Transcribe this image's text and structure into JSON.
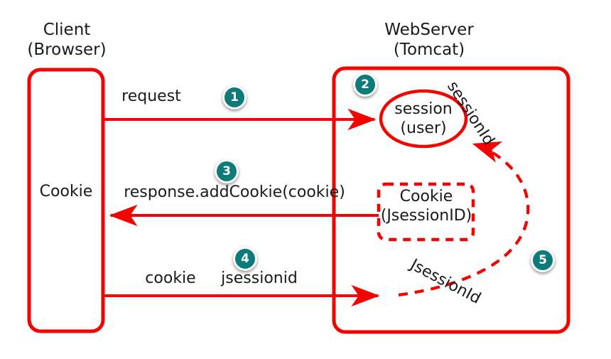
{
  "diagram": {
    "title_client": "Client\n(Browser)",
    "title_server": "WebServer\n(Tomcat)",
    "colors": {
      "stroke_red": "#f60000",
      "badge_teal": "#0e7b7b",
      "badge_ring": "#ffffff",
      "text": "#1a1a1a",
      "background": "#ffffff"
    },
    "nodes": {
      "client_box_label": "Cookie",
      "session_ellipse_label": "session\n(user)",
      "cookie_dashed_label": "Cookie\n(JsessionID)"
    },
    "edge_labels": {
      "request": "request",
      "response_add_cookie": "response.addCookie(cookie)",
      "cookie": "cookie",
      "jsessionid": "jsessionid",
      "session_id_curve": "sessionId",
      "jsession_id_curve": "JsessionId"
    },
    "steps": [
      {
        "n": "1",
        "label": "request"
      },
      {
        "n": "2",
        "label": "session (user)"
      },
      {
        "n": "3",
        "label": "response.addCookie(cookie)"
      },
      {
        "n": "4",
        "label": "cookie jsessionid"
      },
      {
        "n": "5",
        "label": "JsessionId"
      }
    ]
  }
}
